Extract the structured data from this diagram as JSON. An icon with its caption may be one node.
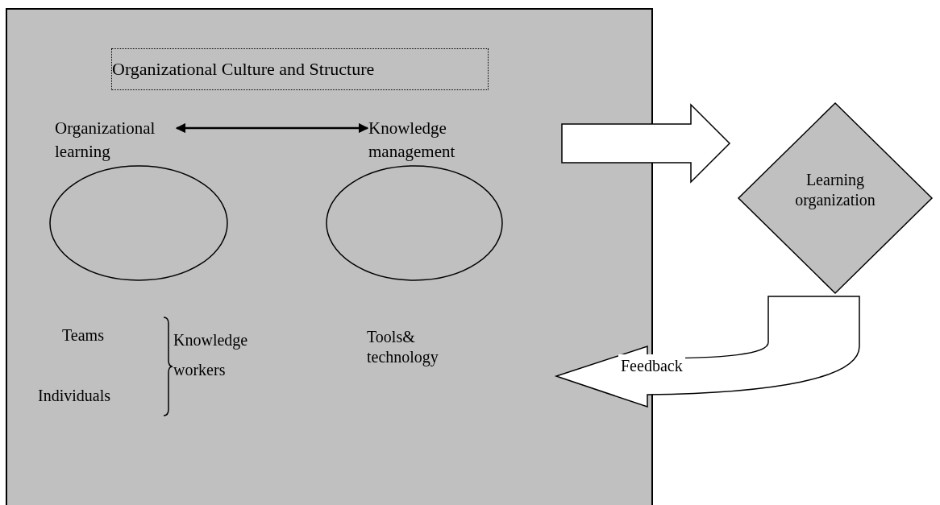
{
  "diagram": {
    "nodes": [
      {
        "text": [],
        "shape": "box"
      },
      {
        "text": [
          "Organizational Culture and Structure"
        ],
        "in": 0
      },
      {
        "text": [
          "Organizational learning"
        ],
        "in": 0
      },
      {
        "text": [
          "Knowledge management"
        ],
        "in": 0
      },
      {
        "text": [],
        "shape": "circle",
        "in": 0
      },
      {
        "text": [],
        "shape": "circle",
        "in": 0
      },
      {
        "text": [
          "Learning organization"
        ]
      }
    ],
    "edges": [
      {
        "from": 2,
        "to": 3,
        "arrow": "both"
      },
      {
        "from": 0,
        "to": 6,
        "arrow": "to",
        "style": "thick"
      },
      {
        "from": 6,
        "to": 0,
        "arrow": "to",
        "style": "thick",
        "label": "Feedback"
      }
    ],
    "labels": [
      "Teams",
      "Knowledge workers",
      "Tools& technology",
      "Individuals"
    ]
  }
}
